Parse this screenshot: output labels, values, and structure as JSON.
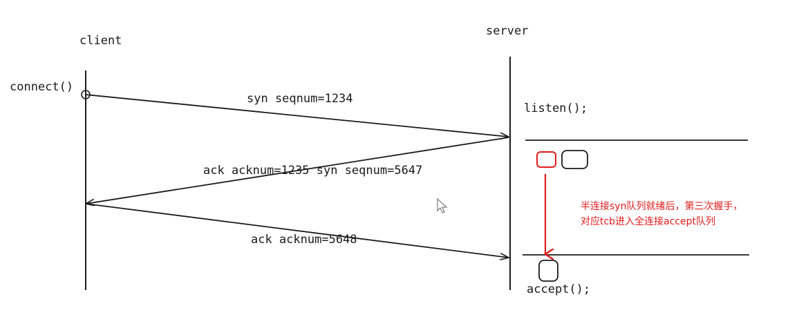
{
  "actors": {
    "client": "client",
    "server": "server"
  },
  "calls": {
    "connect": "connect()",
    "listen": "listen();",
    "accept": "accept();"
  },
  "messages": {
    "syn": "syn seqnum=1234",
    "syn_ack": "ack acknum=1235 syn seqnum=5647",
    "ack": "ack acknum=5648"
  },
  "annotation": {
    "line1": "半连接syn队列就绪后，第三次握手，",
    "line2": "对应tcb进入全连接accept队列"
  },
  "colors": {
    "ink": "#1a1a1a",
    "accent": "#e01b1b"
  }
}
